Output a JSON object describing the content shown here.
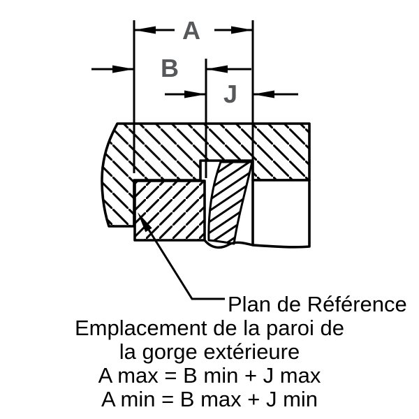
{
  "diagram": {
    "dimension_labels": {
      "a": "A",
      "b": "B",
      "j": "J"
    },
    "callout": {
      "reference_plane": "Plan de Référence"
    },
    "caption": {
      "line1": "Emplacement de la paroi de",
      "line2": "la gorge extérieure",
      "line3": "A max = B min + J max",
      "line4": "A min = B max + J min"
    },
    "colors": {
      "line": "#000000",
      "label_gray": "#57585a",
      "background": "#ffffff"
    }
  }
}
